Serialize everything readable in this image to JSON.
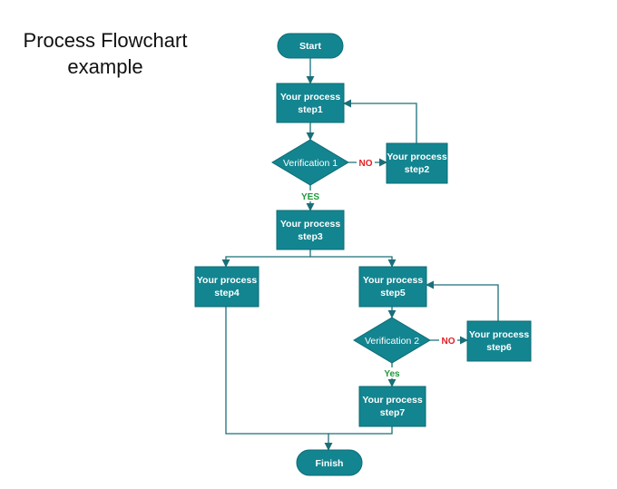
{
  "title": {
    "line1": "Process Flowchart",
    "line2": "example"
  },
  "nodes": {
    "start": {
      "label": "Start"
    },
    "step1": {
      "line1": "Your process",
      "line2": "step1"
    },
    "verification1": {
      "label": "Verification 1"
    },
    "step2": {
      "line1": "Your process",
      "line2": "step2"
    },
    "step3": {
      "line1": "Your process",
      "line2": "step3"
    },
    "step4": {
      "line1": "Your process",
      "line2": "step4"
    },
    "step5": {
      "line1": "Your process",
      "line2": "step5"
    },
    "verification2": {
      "label": "Verification 2"
    },
    "step6": {
      "line1": "Your process",
      "line2": "step6"
    },
    "step7": {
      "line1": "Your process",
      "line2": "step7"
    },
    "finish": {
      "label": "Finish"
    }
  },
  "edge_labels": {
    "v1_no": "NO",
    "v1_yes": "YES",
    "v2_no": "NO",
    "v2_yes": "Yes"
  },
  "colors": {
    "node_fill": "#138590",
    "edge": "#1a6f78",
    "no_label": "#e51c23",
    "yes_label": "#1f9a3a"
  }
}
